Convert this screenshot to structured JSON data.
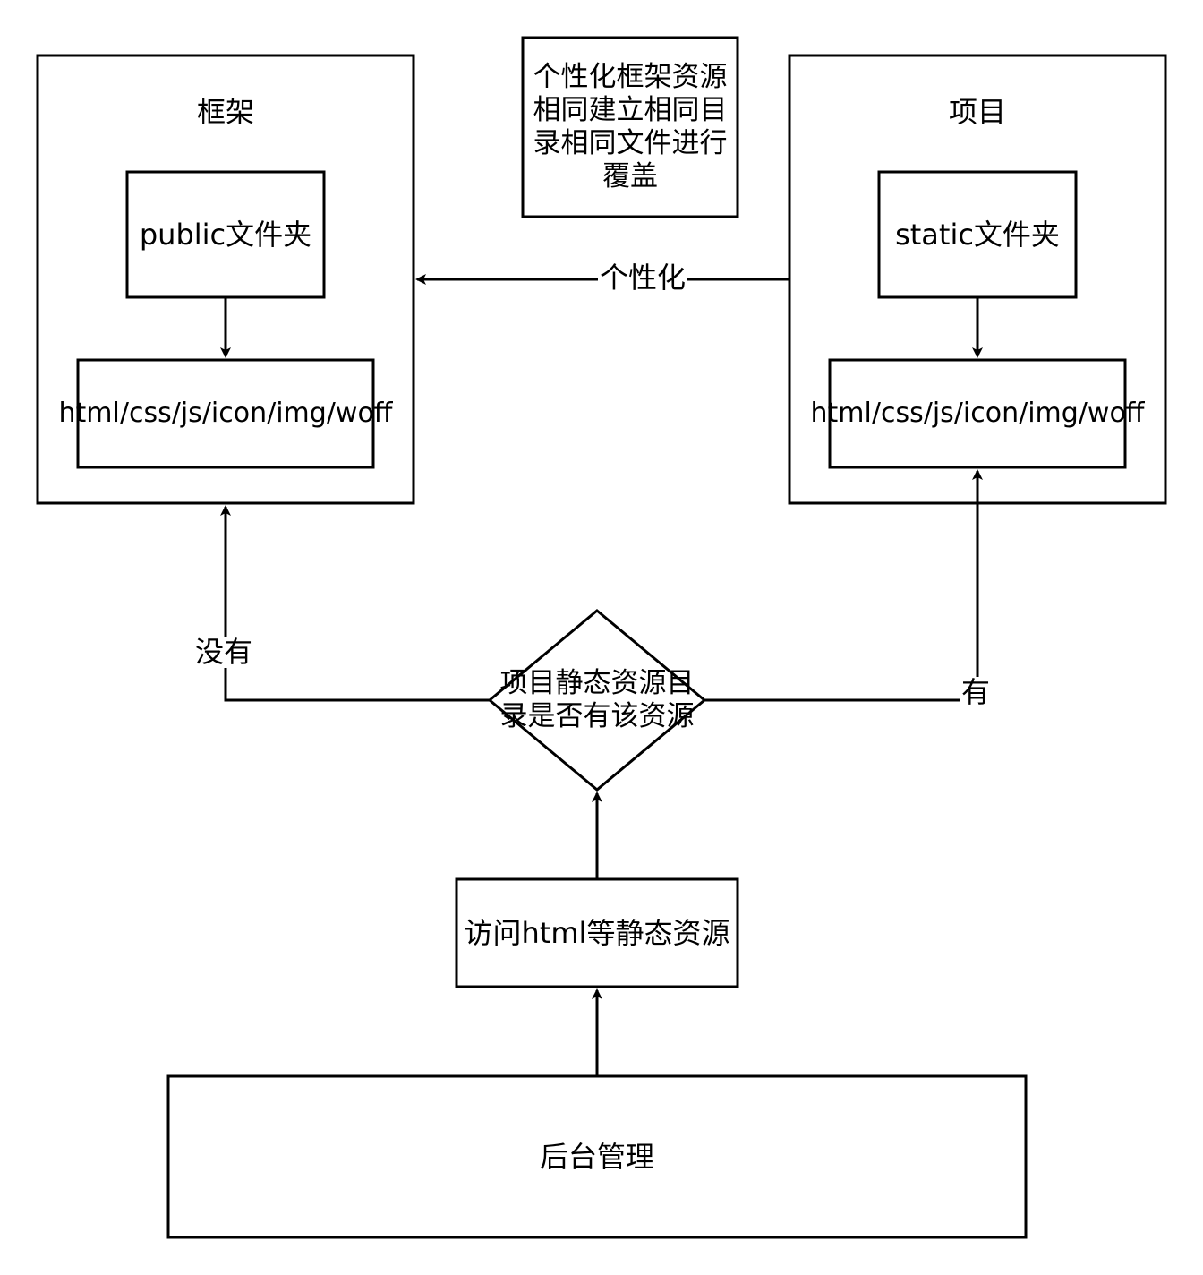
{
  "nodes": {
    "framework": {
      "title": "框架"
    },
    "framework_public": {
      "label": "public文件夹"
    },
    "framework_assets": {
      "label": "html/css/js/icon/img/woff"
    },
    "note": {
      "text": "个性化框架资源相同建立相同目录相同文件进行覆盖"
    },
    "project": {
      "title": "项目"
    },
    "project_static": {
      "label": "static文件夹"
    },
    "project_assets": {
      "label": "html/css/js/icon/img/woff"
    },
    "decision": {
      "label": "项目静态资源目录是否有该资源"
    },
    "access": {
      "label": "访问html等静态资源"
    },
    "admin": {
      "label": "后台管理"
    }
  },
  "edges": {
    "personalize": {
      "label": "个性化"
    },
    "no": {
      "label": "没有"
    },
    "yes": {
      "label": "有"
    }
  }
}
